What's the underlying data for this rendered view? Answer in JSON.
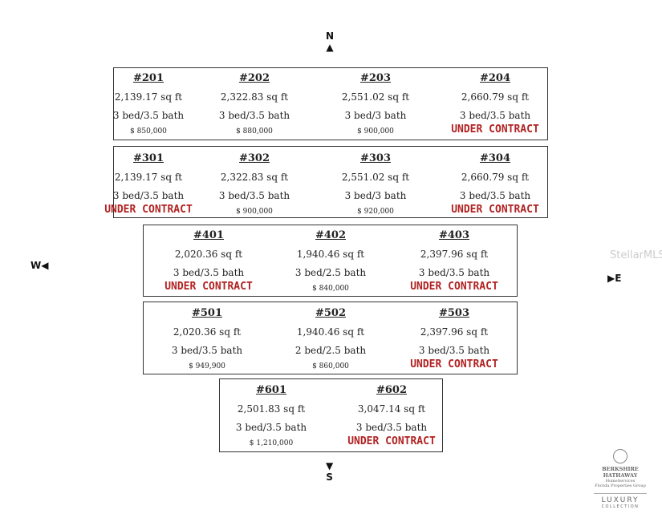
{
  "compass": {
    "north": "N",
    "south": "S",
    "west": "W",
    "east": "E"
  },
  "watermark": "StellarMLS",
  "logo": {
    "line1": "BERKSHIRE HATHAWAY",
    "line2": "HomeServices",
    "line3": "Florida Properties Group",
    "line4": "LUXURY",
    "line5": "COLLECTION"
  },
  "floors": [
    {
      "units": [
        {
          "number": "#201",
          "sqft": "2,139.17 sq ft",
          "beds": "3 bed/3.5 bath",
          "price": "$ 850,000"
        },
        {
          "number": "#202",
          "sqft": "2,322.83 sq ft",
          "beds": "3 bed/3.5 bath",
          "price": "$ 880,000"
        },
        {
          "number": "#203",
          "sqft": "2,551.02 sq ft",
          "beds": "3 bed/3 bath",
          "price": "$ 900,000"
        },
        {
          "number": "#204",
          "sqft": "2,660.79 sq ft",
          "beds": "3 bed/3.5 bath",
          "status": "UNDER CONTRACT"
        }
      ]
    },
    {
      "units": [
        {
          "number": "#301",
          "sqft": "2,139.17 sq ft",
          "beds": "3 bed/3.5 bath",
          "status": "UNDER CONTRACT"
        },
        {
          "number": "#302",
          "sqft": "2,322.83 sq ft",
          "beds": "3 bed/3.5 bath",
          "price": "$ 900,000"
        },
        {
          "number": "#303",
          "sqft": "2,551.02 sq ft",
          "beds": "3 bed/3 bath",
          "price": "$ 920,000"
        },
        {
          "number": "#304",
          "sqft": "2,660.79 sq ft",
          "beds": "3 bed/3.5 bath",
          "status": "UNDER CONTRACT"
        }
      ]
    },
    {
      "units": [
        {
          "number": "#401",
          "sqft": "2,020.36 sq ft",
          "beds": "3 bed/3.5 bath",
          "status": "UNDER CONTRACT"
        },
        {
          "number": "#402",
          "sqft": "1,940.46 sq ft",
          "beds": "3 bed/2.5 bath",
          "price": "$ 840,000"
        },
        {
          "number": "#403",
          "sqft": "2,397.96 sq ft",
          "beds": "3 bed/3.5 bath",
          "status": "UNDER CONTRACT"
        }
      ]
    },
    {
      "units": [
        {
          "number": "#501",
          "sqft": "2,020.36 sq ft",
          "beds": "3 bed/3.5 bath",
          "price": "$ 949,900"
        },
        {
          "number": "#502",
          "sqft": "1,940.46 sq ft",
          "beds": "2 bed/2.5 bath",
          "price": "$ 860,000"
        },
        {
          "number": "#503",
          "sqft": "2,397.96 sq ft",
          "beds": "3 bed/3.5 bath",
          "status": "UNDER CONTRACT"
        }
      ]
    },
    {
      "units": [
        {
          "number": "#601",
          "sqft": "2,501.83 sq ft",
          "beds": "3 bed/3.5 bath",
          "price": "$ 1,210,000"
        },
        {
          "number": "#602",
          "sqft": "3,047.14 sq ft",
          "beds": "3 bed/3.5 bath",
          "status": "UNDER CONTRACT"
        }
      ]
    }
  ]
}
